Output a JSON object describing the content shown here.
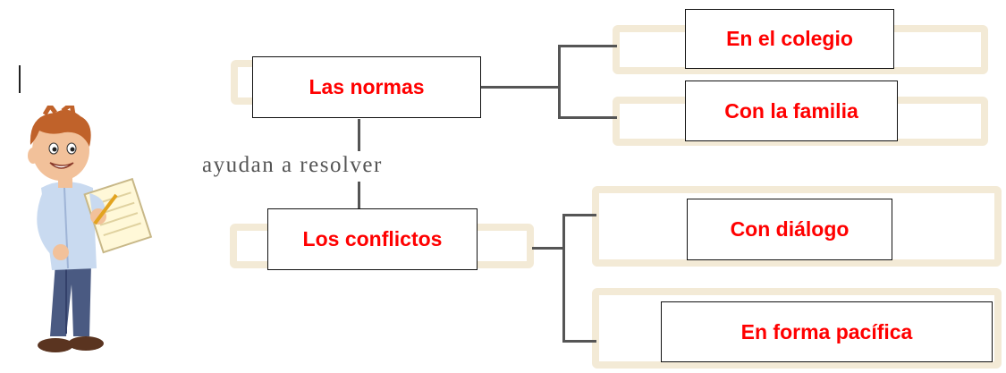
{
  "diagram": {
    "root_top": "Las normas",
    "root_bottom": "Los conflictos",
    "connector_label": "ayudan a resolver",
    "top_branches": [
      "En el colegio",
      "Con la familia"
    ],
    "bottom_branches": [
      "Con diálogo",
      "En forma pacífica"
    ]
  },
  "colors": {
    "answer_text": "#ff0000",
    "placeholder_frame": "#f3ead6",
    "connector_lines": "#555555"
  },
  "illustration": {
    "icon": "boy-writing-notepad"
  }
}
